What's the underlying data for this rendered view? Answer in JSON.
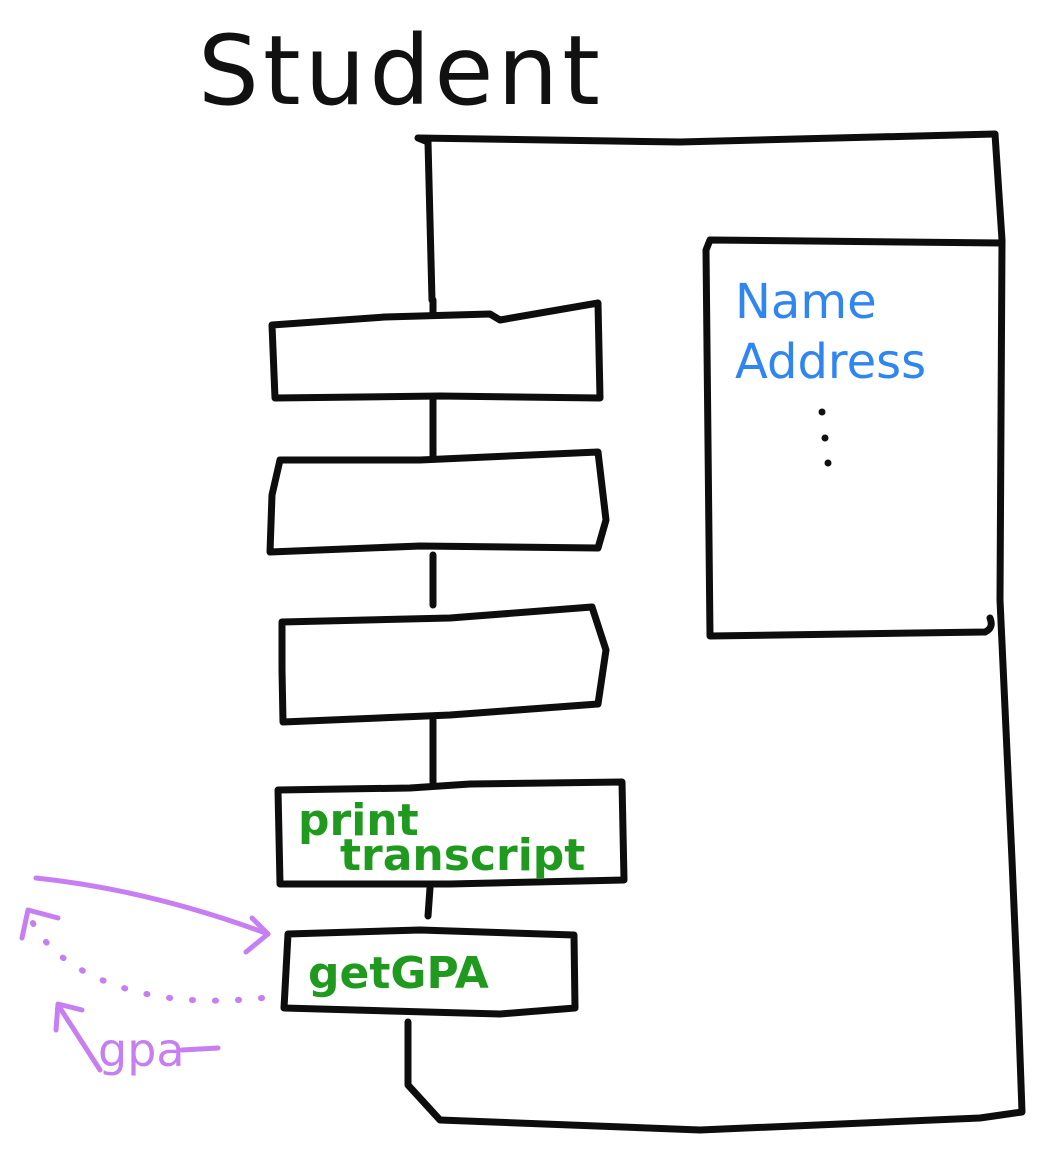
{
  "title": "Student",
  "fields": {
    "items": [
      "Name",
      "Address"
    ],
    "ellipsis": "⋮"
  },
  "methods": [
    {
      "label_lines": []
    },
    {
      "label_lines": []
    },
    {
      "label_lines": []
    },
    {
      "label_lines": [
        "print",
        "transcript"
      ]
    },
    {
      "label_lines": [
        "getGPA"
      ]
    }
  ],
  "return_value": "gpa",
  "colors": {
    "ink": "#0d0d0d",
    "fields": "#2f86f0",
    "methods": "#1f9a1f",
    "message": "#c77ef2"
  }
}
